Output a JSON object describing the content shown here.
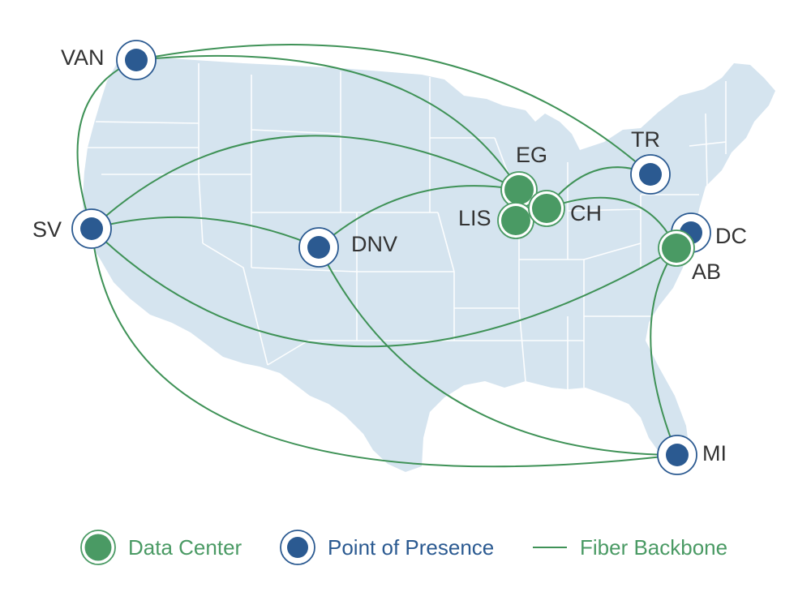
{
  "colors": {
    "land": "#d5e4ef",
    "state_border": "#ffffff",
    "data_center": "#4a9a64",
    "point_of_presence": "#2b5a91",
    "fiber": "#3f9257"
  },
  "nodes": {
    "van": {
      "label": "VAN",
      "type": "point_of_presence"
    },
    "sv": {
      "label": "SV",
      "type": "point_of_presence"
    },
    "dnv": {
      "label": "DNV",
      "type": "point_of_presence"
    },
    "eg": {
      "label": "EG",
      "type": "data_center"
    },
    "lis": {
      "label": "LIS",
      "type": "data_center"
    },
    "ch": {
      "label": "CH",
      "type": "data_center"
    },
    "tr": {
      "label": "TR",
      "type": "point_of_presence"
    },
    "dc": {
      "label": "DC",
      "type": "point_of_presence"
    },
    "ab": {
      "label": "AB",
      "type": "data_center"
    },
    "mi": {
      "label": "MI",
      "type": "point_of_presence"
    }
  },
  "links": [
    [
      "VAN",
      "EG"
    ],
    [
      "VAN",
      "TR"
    ],
    [
      "VAN",
      "SV"
    ],
    [
      "SV",
      "EG"
    ],
    [
      "SV",
      "DNV"
    ],
    [
      "SV",
      "AB"
    ],
    [
      "SV",
      "MI"
    ],
    [
      "DNV",
      "EG"
    ],
    [
      "DNV",
      "MI"
    ],
    [
      "CH",
      "TR"
    ],
    [
      "CH",
      "AB"
    ],
    [
      "AB",
      "MI"
    ]
  ],
  "legend": {
    "data_center": "Data Center",
    "point_of_presence": "Point of Presence",
    "fiber_backbone": "Fiber Backbone"
  }
}
